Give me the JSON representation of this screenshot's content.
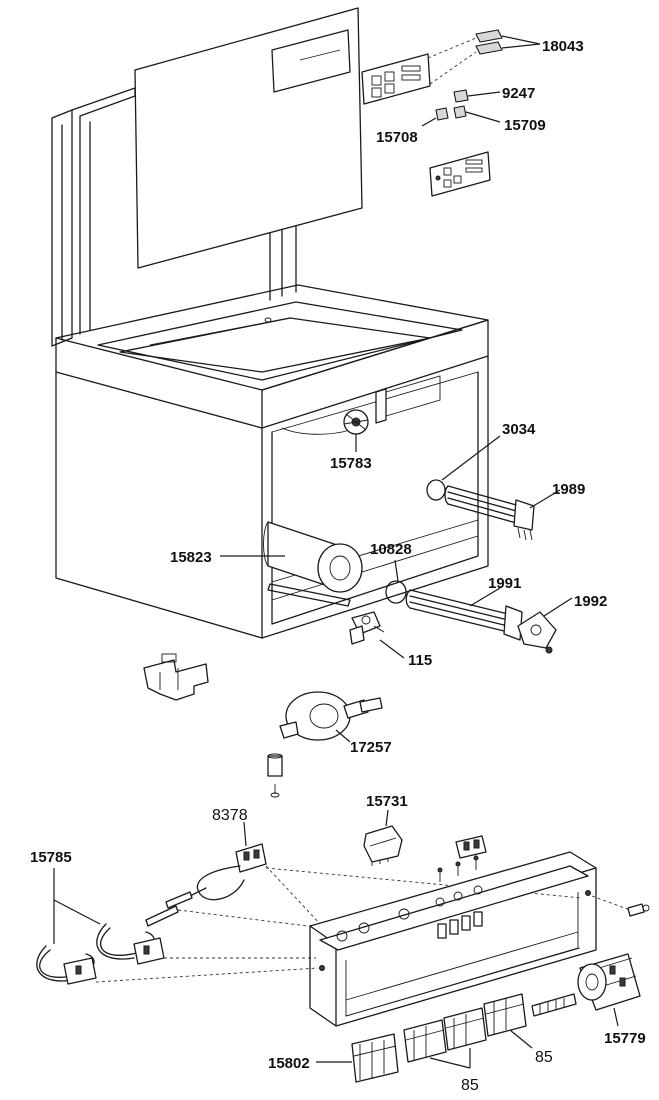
{
  "parts": {
    "p18043": "18043",
    "p9247": "9247",
    "p15708": "15708",
    "p15709": "15709",
    "p3034": "3034",
    "p1989": "1989",
    "p15783": "15783",
    "p15823": "15823",
    "p10828": "10828",
    "p1991": "1991",
    "p1992": "1992",
    "p115": "115",
    "p17257": "17257",
    "p15731": "15731",
    "p8378": "8378",
    "p15785": "15785",
    "p15779": "15779",
    "p15802": "15802",
    "p85a": "85",
    "p85b": "85"
  }
}
